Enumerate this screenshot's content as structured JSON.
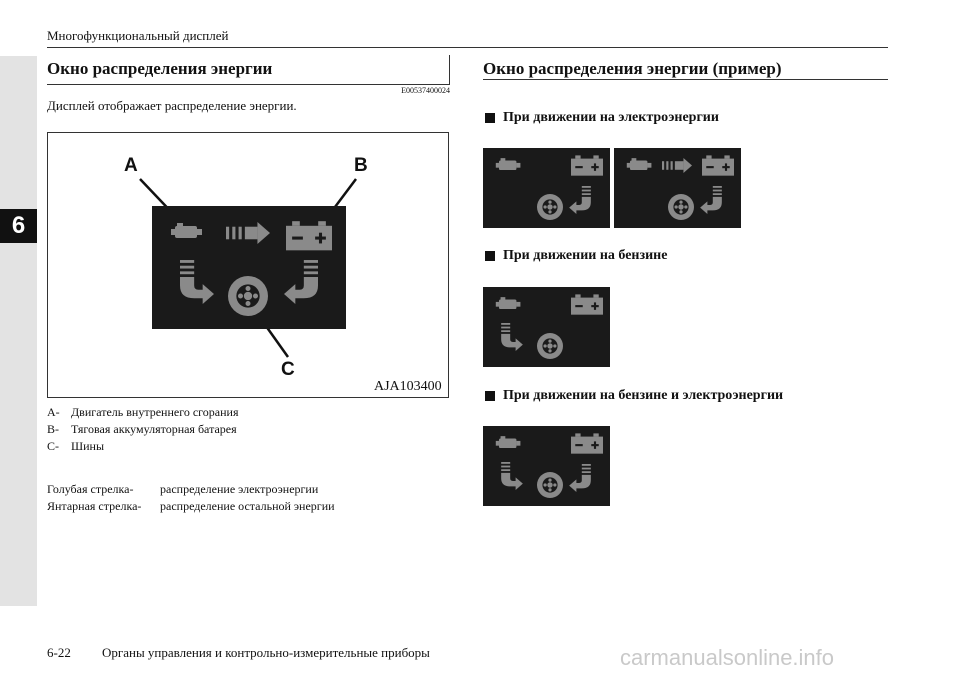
{
  "header": {
    "running_head": "Многофункциональный дисплей"
  },
  "chapter": {
    "number": "6"
  },
  "left": {
    "title": "Окно распределения энергии",
    "code": "E00537400024",
    "intro": "Дисплей отображает распределение энергии.",
    "figure": {
      "callouts": {
        "a": "A",
        "b": "B",
        "c": "C"
      },
      "figure_id": "AJA103400"
    },
    "legend": [
      {
        "key": "A-",
        "text": "Двигатель внутреннего сгорания"
      },
      {
        "key": "B-",
        "text": "Тяговая аккумуляторная батарея"
      },
      {
        "key": "C-",
        "text": "Шины"
      }
    ],
    "arrows": [
      {
        "key": "Голубая стрелка-",
        "text": "распределение электроэнергии"
      },
      {
        "key": "Янтарная стрелка-",
        "text": "распределение остальной энергии"
      }
    ]
  },
  "right": {
    "title": "Окно распределения энергии (пример)",
    "examples": [
      {
        "heading": "При движении на электроэнергии"
      },
      {
        "heading": "При движении на бензине"
      },
      {
        "heading": "При движении на бензине и электроэнергии"
      }
    ]
  },
  "footer": {
    "page": "6-22",
    "text": "Органы управления и контрольно-измерительные приборы",
    "watermark": "carmanualsonline.info"
  },
  "icons": [
    "engine-icon",
    "battery-icon",
    "tire-icon",
    "flow-arrow-icon"
  ],
  "colors": {
    "panel_bg": "#1a1a1a",
    "icon_gray": "#8a8a8a",
    "sidebar": "#e3e3e3"
  }
}
